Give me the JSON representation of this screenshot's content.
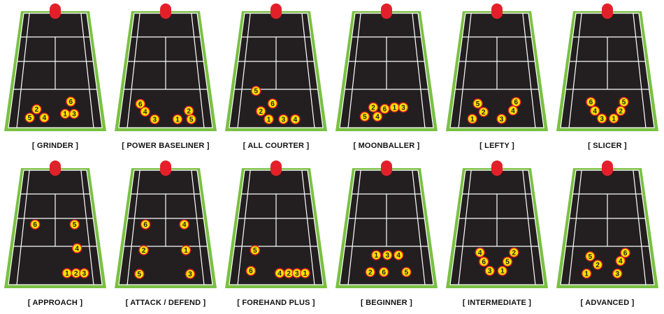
{
  "colors": {
    "court_fill": "#231f20",
    "court_lines": "#ffffff",
    "outer_border": "#7ac043",
    "machine": "#e3202a",
    "ball_fill": "#ffe100",
    "ball_stroke": "#e3202a",
    "ball_text": "#231f20"
  },
  "icons": {
    "machine": "ball-machine-icon",
    "ball": "tennis-ball-icon"
  },
  "drills": [
    {
      "label": "[ GRINDER ]",
      "balls": [
        {
          "n": "6",
          "u": 0.68,
          "v": 0.32
        },
        {
          "n": "2",
          "u": 0.29,
          "v": 0.52
        },
        {
          "n": "1",
          "u": 0.61,
          "v": 0.64
        },
        {
          "n": "3",
          "u": 0.71,
          "v": 0.64
        },
        {
          "n": "5",
          "u": 0.22,
          "v": 0.74
        },
        {
          "n": "4",
          "u": 0.38,
          "v": 0.74
        }
      ]
    },
    {
      "label": "[ POWER BASELINER ]",
      "balls": [
        {
          "n": "6",
          "u": 0.21,
          "v": 0.38
        },
        {
          "n": "4",
          "u": 0.27,
          "v": 0.58
        },
        {
          "n": "2",
          "u": 0.76,
          "v": 0.56
        },
        {
          "n": "3",
          "u": 0.38,
          "v": 0.78
        },
        {
          "n": "1",
          "u": 0.63,
          "v": 0.78
        },
        {
          "n": "5",
          "u": 0.78,
          "v": 0.78
        }
      ]
    },
    {
      "label": "[ ALL COURTER ]",
      "balls": [
        {
          "n": "5",
          "u": 0.26,
          "v": 0.04
        },
        {
          "n": "6",
          "u": 0.46,
          "v": 0.37
        },
        {
          "n": "2",
          "u": 0.33,
          "v": 0.57
        },
        {
          "n": "1",
          "u": 0.42,
          "v": 0.78
        },
        {
          "n": "3",
          "u": 0.58,
          "v": 0.78
        },
        {
          "n": "4",
          "u": 0.71,
          "v": 0.78
        }
      ]
    },
    {
      "label": "[ MOONBALLER ]",
      "balls": [
        {
          "n": "2",
          "u": 0.35,
          "v": 0.47
        },
        {
          "n": "6",
          "u": 0.48,
          "v": 0.51
        },
        {
          "n": "1",
          "u": 0.59,
          "v": 0.47
        },
        {
          "n": "3",
          "u": 0.69,
          "v": 0.47
        },
        {
          "n": "5",
          "u": 0.26,
          "v": 0.71
        },
        {
          "n": "4",
          "u": 0.4,
          "v": 0.71
        }
      ]
    },
    {
      "label": "[ LEFTY ]",
      "balls": [
        {
          "n": "6",
          "u": 0.72,
          "v": 0.33
        },
        {
          "n": "5",
          "u": 0.28,
          "v": 0.37
        },
        {
          "n": "4",
          "u": 0.68,
          "v": 0.55
        },
        {
          "n": "2",
          "u": 0.35,
          "v": 0.59
        },
        {
          "n": "1",
          "u": 0.23,
          "v": 0.77
        },
        {
          "n": "3",
          "u": 0.55,
          "v": 0.77
        }
      ]
    },
    {
      "label": "[ SLICER ]",
      "balls": [
        {
          "n": "6",
          "u": 0.31,
          "v": 0.33
        },
        {
          "n": "5",
          "u": 0.69,
          "v": 0.33
        },
        {
          "n": "4",
          "u": 0.36,
          "v": 0.56
        },
        {
          "n": "2",
          "u": 0.65,
          "v": 0.56
        },
        {
          "n": "3",
          "u": 0.44,
          "v": 0.76
        },
        {
          "n": "1",
          "u": 0.57,
          "v": 0.76
        }
      ]
    },
    {
      "label": "[ APPROACH ]",
      "balls": [
        {
          "n": "6",
          "u": 0.24,
          "v": -0.57
        },
        {
          "n": "5",
          "u": 0.75,
          "v": -0.57
        },
        {
          "n": "4",
          "u": 0.76,
          "v": 0.05
        },
        {
          "n": "1",
          "u": 0.63,
          "v": 0.7
        },
        {
          "n": "2",
          "u": 0.73,
          "v": 0.7
        },
        {
          "n": "3",
          "u": 0.82,
          "v": 0.7
        }
      ]
    },
    {
      "label": "[ ATTACK / DEFEND ]",
      "balls": [
        {
          "n": "6",
          "u": 0.24,
          "v": -0.57
        },
        {
          "n": "4",
          "u": 0.74,
          "v": -0.57
        },
        {
          "n": "2",
          "u": 0.24,
          "v": 0.1
        },
        {
          "n": "1",
          "u": 0.74,
          "v": 0.1
        },
        {
          "n": "5",
          "u": 0.21,
          "v": 0.72
        },
        {
          "n": "3",
          "u": 0.77,
          "v": 0.72
        }
      ]
    },
    {
      "label": "[ FOREHAND PLUS ]",
      "balls": [
        {
          "n": "5",
          "u": 0.25,
          "v": 0.1
        },
        {
          "n": "6",
          "u": 0.22,
          "v": 0.64
        },
        {
          "n": "4",
          "u": 0.54,
          "v": 0.7
        },
        {
          "n": "2",
          "u": 0.64,
          "v": 0.7
        },
        {
          "n": "3",
          "u": 0.73,
          "v": 0.7
        },
        {
          "n": "1",
          "u": 0.82,
          "v": 0.7
        }
      ]
    },
    {
      "label": "[ BEGINNER ]",
      "balls": [
        {
          "n": "1",
          "u": 0.38,
          "v": 0.23
        },
        {
          "n": "3",
          "u": 0.51,
          "v": 0.23
        },
        {
          "n": "4",
          "u": 0.64,
          "v": 0.23
        },
        {
          "n": "2",
          "u": 0.32,
          "v": 0.67
        },
        {
          "n": "6",
          "u": 0.47,
          "v": 0.67
        },
        {
          "n": "5",
          "u": 0.72,
          "v": 0.67
        }
      ]
    },
    {
      "label": "[ INTERMEDIATE ]",
      "balls": [
        {
          "n": "4",
          "u": 0.3,
          "v": 0.16
        },
        {
          "n": "2",
          "u": 0.7,
          "v": 0.16
        },
        {
          "n": "6",
          "u": 0.35,
          "v": 0.4
        },
        {
          "n": "5",
          "u": 0.62,
          "v": 0.4
        },
        {
          "n": "3",
          "u": 0.42,
          "v": 0.64
        },
        {
          "n": "1",
          "u": 0.56,
          "v": 0.64
        }
      ]
    },
    {
      "label": "[ ADVANCED ]",
      "balls": [
        {
          "n": "6",
          "u": 0.71,
          "v": 0.17
        },
        {
          "n": "5",
          "u": 0.3,
          "v": 0.26
        },
        {
          "n": "4",
          "u": 0.65,
          "v": 0.38
        },
        {
          "n": "2",
          "u": 0.39,
          "v": 0.48
        },
        {
          "n": "1",
          "u": 0.27,
          "v": 0.71
        },
        {
          "n": "3",
          "u": 0.61,
          "v": 0.71
        }
      ]
    }
  ]
}
